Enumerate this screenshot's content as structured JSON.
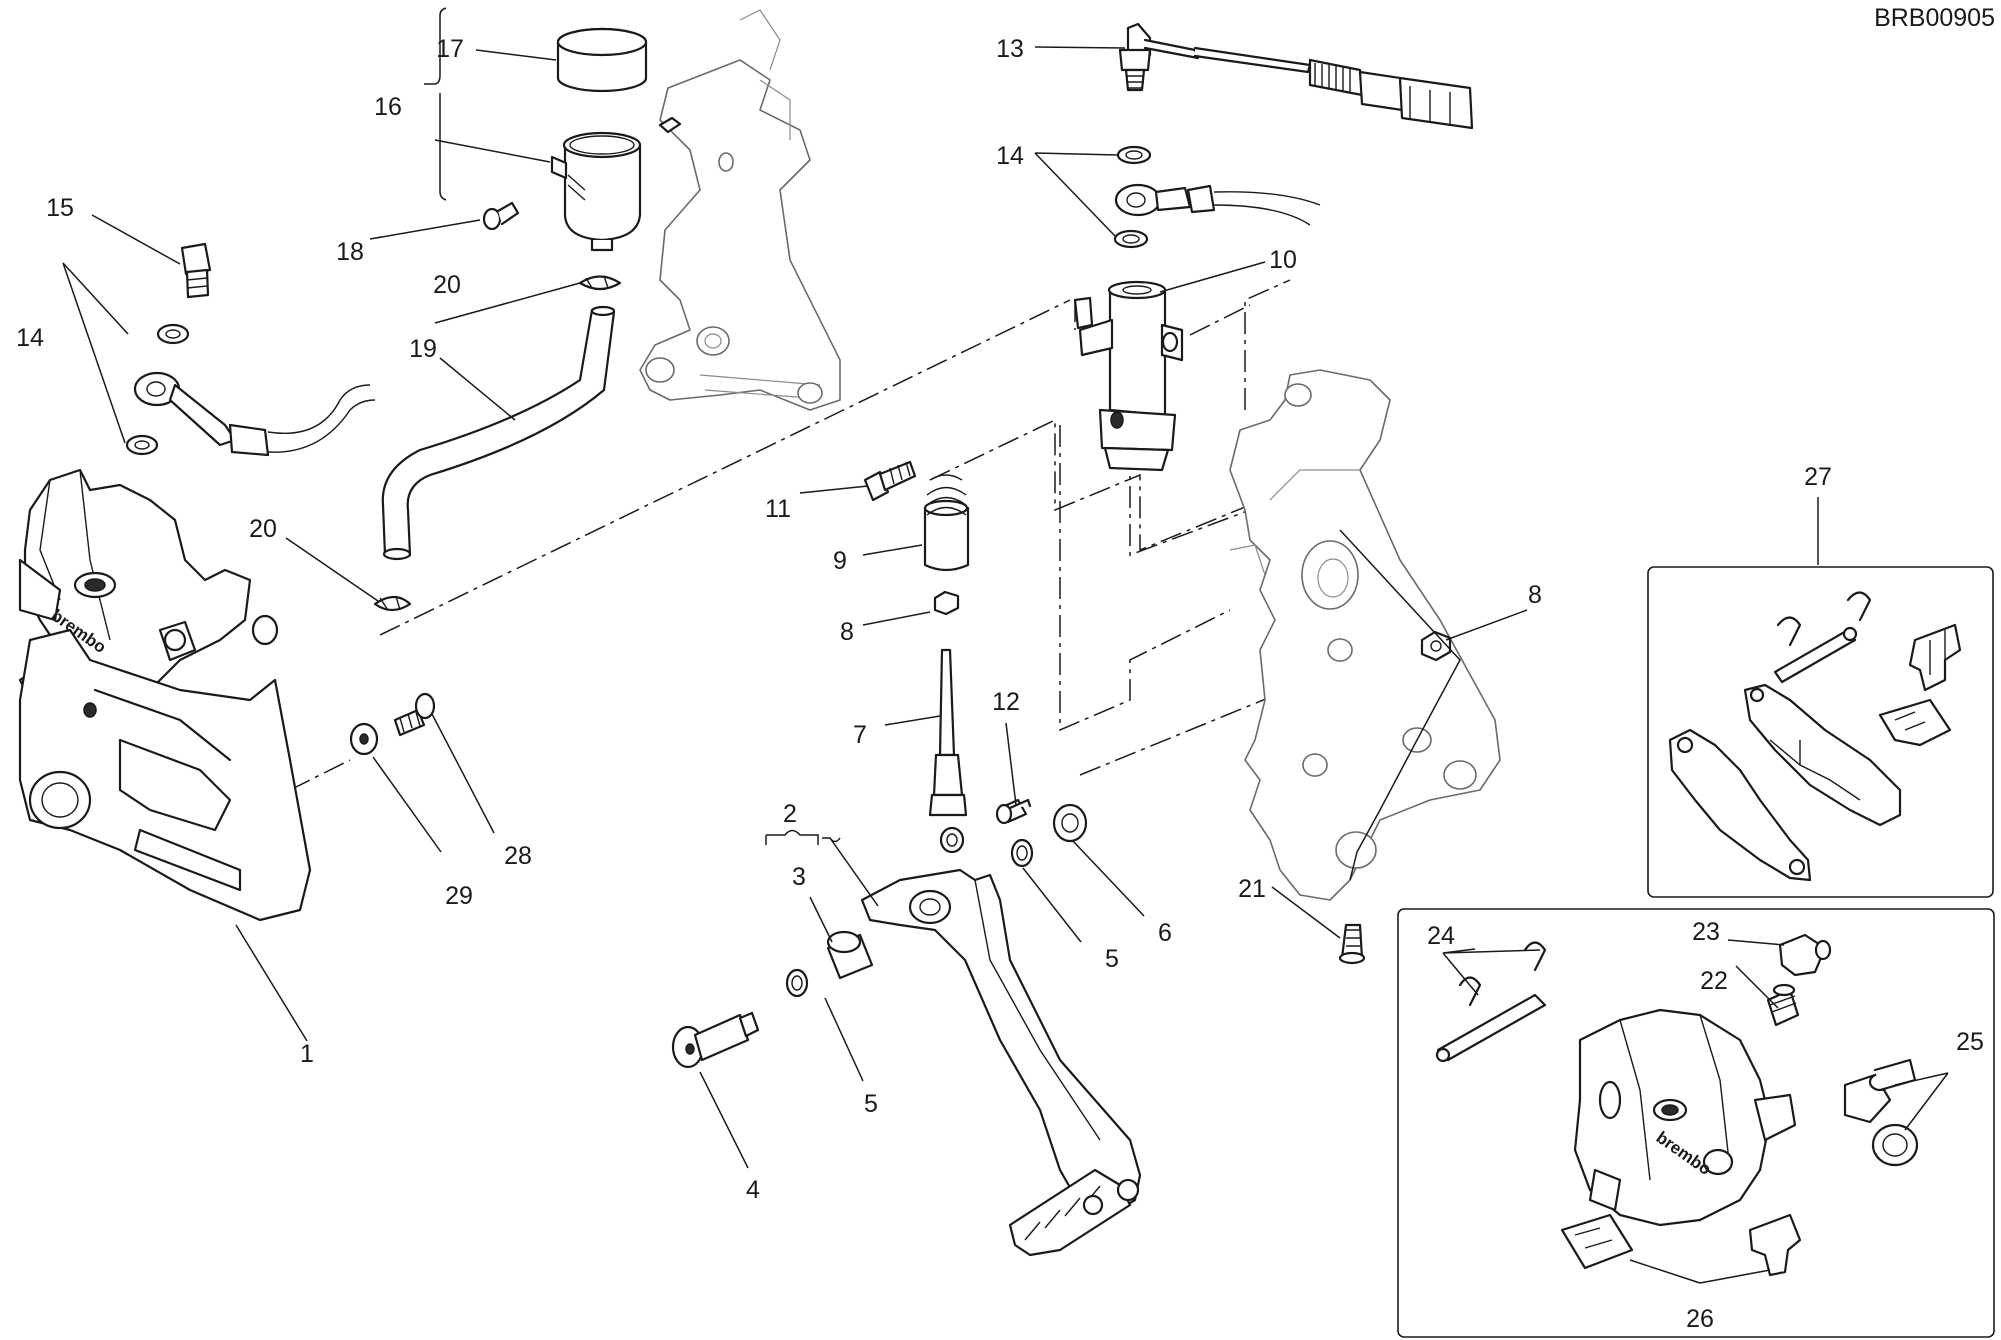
{
  "drawing_code": "BRB00905",
  "brand_mark": "brembo",
  "callouts": {
    "c1": "1",
    "c2": "2",
    "c3": "3",
    "c4": "4",
    "c5a": "5",
    "c5b": "5",
    "c6": "6",
    "c7": "7",
    "c8a": "8",
    "c8b": "8",
    "c9": "9",
    "c10": "10",
    "c11": "11",
    "c12": "12",
    "c13": "13",
    "c14a": "14",
    "c14b": "14",
    "c15": "15",
    "c16": "16",
    "c17": "17",
    "c18": "18",
    "c19": "19",
    "c20a": "20",
    "c20b": "20",
    "c21": "21",
    "c22": "22",
    "c23": "23",
    "c24": "24",
    "c25": "25",
    "c26": "26",
    "c27": "27",
    "c28": "28",
    "c29": "29"
  }
}
